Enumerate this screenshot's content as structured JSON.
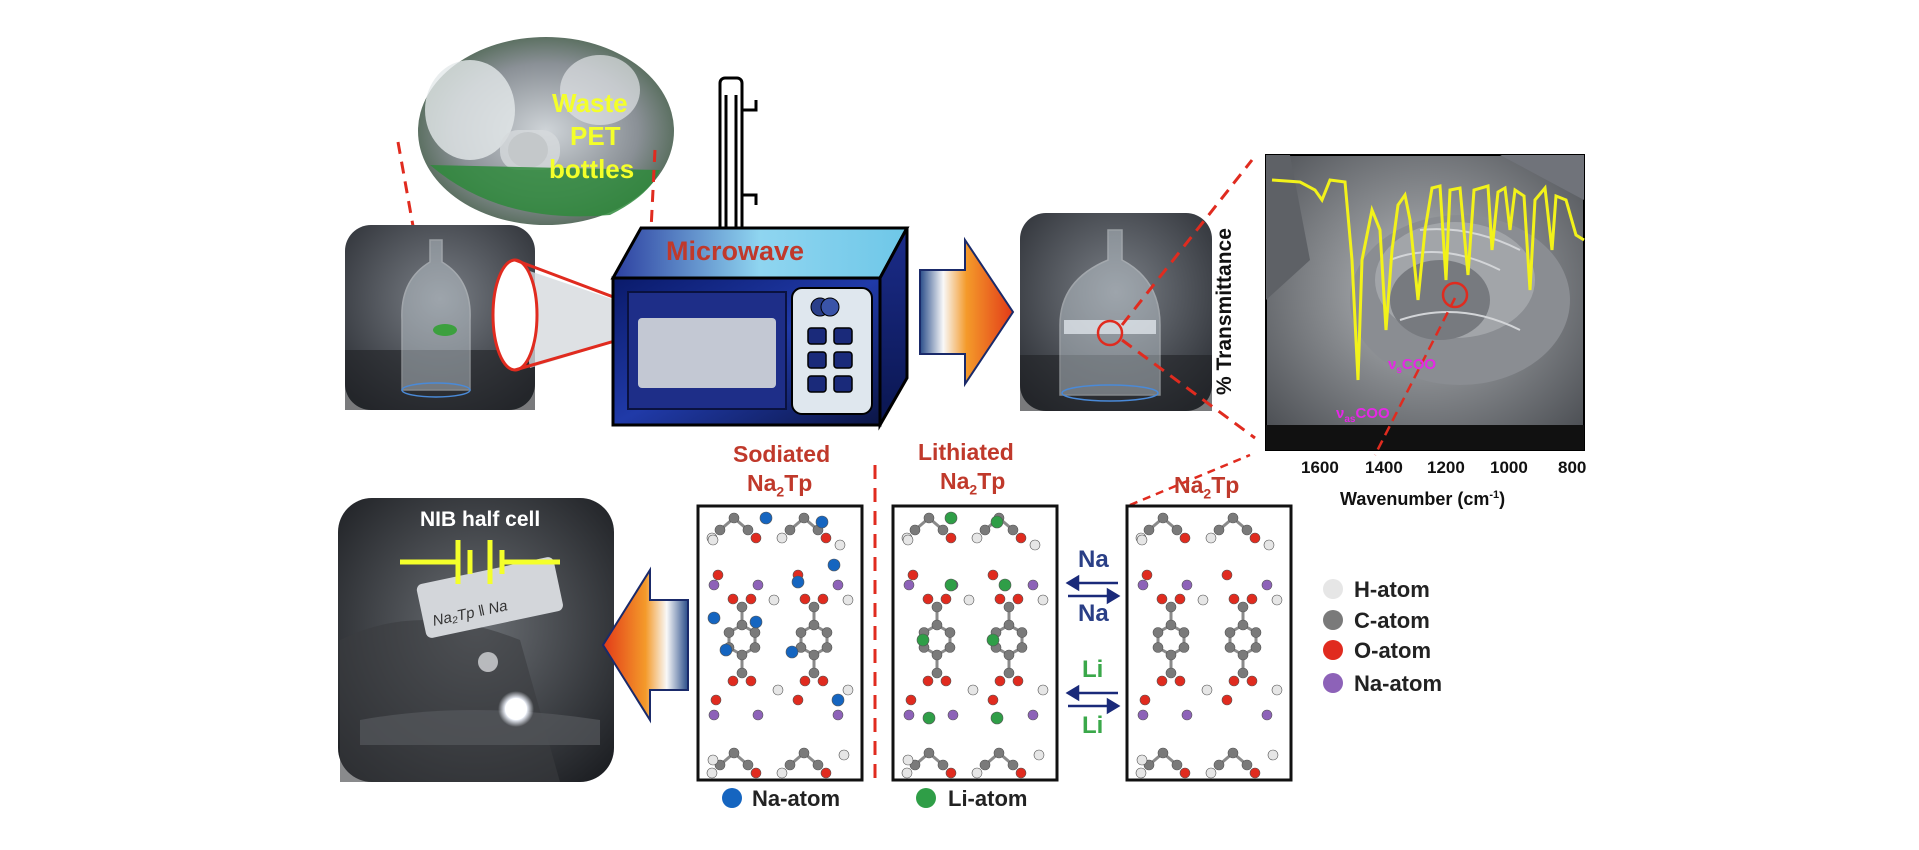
{
  "waste": {
    "line1": "Waste",
    "line2": "PET",
    "line3": "bottles"
  },
  "microwave": {
    "label": "Microwave"
  },
  "ir": {
    "ylabel": "% Transmittance",
    "xlabel_prefix": "Wavenumber (cm",
    "xlabel_sup": "-1",
    "xlabel_suffix": ")",
    "ticks": [
      "1600",
      "1400",
      "1200",
      "1000",
      "800"
    ],
    "peak_as_v": "ν",
    "peak_as_sub": "as",
    "peak_as_txt": "COO",
    "peak_s_v": "ν",
    "peak_s_sub": "s",
    "peak_s_txt": "COO"
  },
  "sodiated": {
    "line1": "Sodiated",
    "name_base": "Na",
    "name_sub": "2",
    "name_tail": "Tp"
  },
  "lithiated": {
    "line1": "Lithiated",
    "name_base": "Na",
    "name_sub": "2",
    "name_tail": "Tp"
  },
  "pristine": {
    "name_base": "Na",
    "name_sub": "2",
    "name_tail": "Tp"
  },
  "arrows": {
    "na_top": "Na",
    "na_bottom": "Na",
    "li_top": "Li",
    "li_bottom": "Li"
  },
  "cell": {
    "title": "NIB half cell",
    "note": "Na₂Tp ‖ Na"
  },
  "legend": {
    "h": "H-atom",
    "c": "C-atom",
    "o": "O-atom",
    "na": "Na-atom",
    "na_blue": "Na-atom",
    "li": "Li-atom"
  },
  "colors": {
    "h": "#e6e6e6",
    "c": "#7a7a7a",
    "o": "#e02b1f",
    "na": "#8d62b8",
    "na_blue": "#1565c0",
    "li": "#2f9e47",
    "spectrum": "#f2f21a"
  }
}
